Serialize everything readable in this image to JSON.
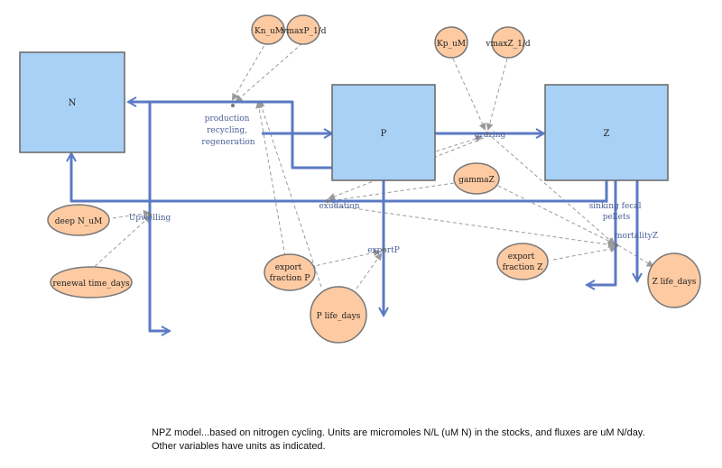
{
  "stocks": {
    "n": "N",
    "p": "P",
    "z": "Z"
  },
  "flows": {
    "production": [
      "production",
      "recycling,",
      "regeneration"
    ],
    "grazing": "grazing",
    "exudation": "exudation",
    "upwelling": "Upwelling",
    "export_p": "exportP",
    "sinking": [
      "sinking fecal",
      "pellets"
    ],
    "mortality_z": "mortalityZ"
  },
  "variables": {
    "kn_um": "Kn_uM",
    "vmax_p": "vmaxP_1/d",
    "kp_um": "Kp_uM",
    "vmax_z": "vmaxZ_1/d",
    "gamma_z": "gammaZ",
    "deep_n": "deep N_uM",
    "renewal_time": "renewal time_days",
    "export_fraction_p": [
      "export",
      "fraction P"
    ],
    "p_life": "P life_days",
    "export_fraction_z": [
      "export",
      "fraction Z"
    ],
    "z_life": "Z life_days"
  },
  "note": "NPZ model...based on nitrogen cycling. Units are micromoles N/L (uM N) in the stocks, and fluxes are uM N/day. Other variables have units as indicated.",
  "colors": {
    "stock_fill": "#a9d1f5",
    "stock_stroke": "#666666",
    "flow": "#5b7ac4",
    "var_fill": "#fdcaa2",
    "var_stroke": "#777777",
    "link": "#999999"
  }
}
